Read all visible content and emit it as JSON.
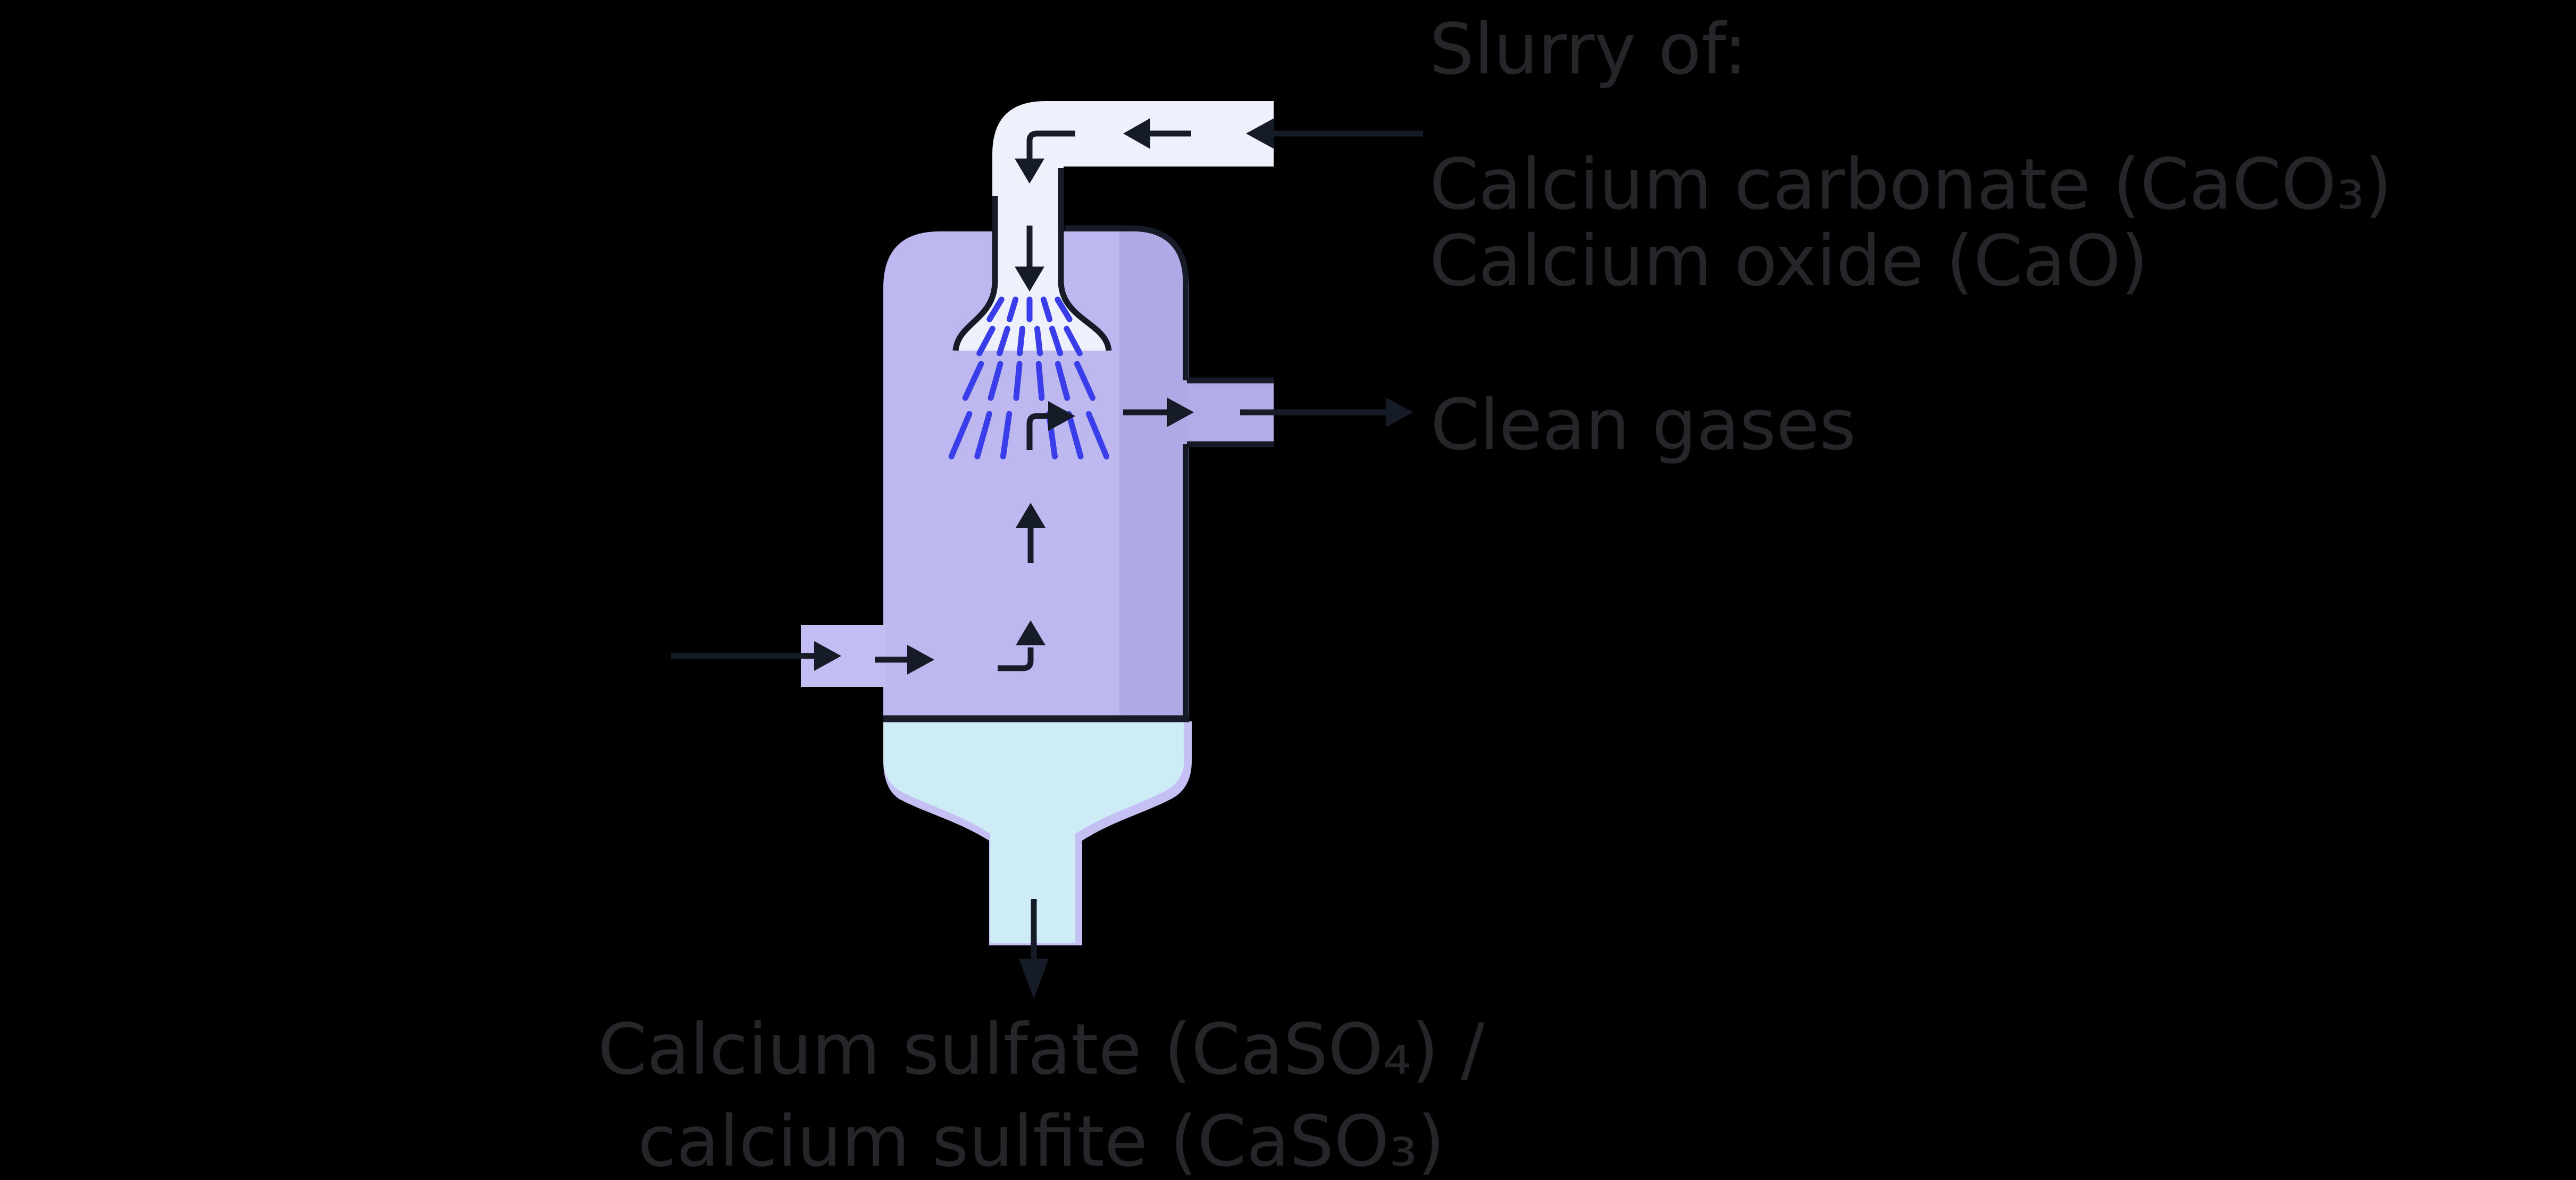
{
  "labels": {
    "slurry_title": "Slurry of:",
    "slurry_component_1": "Calcium carbonate (CaCO₃)",
    "slurry_component_2": "Calcium oxide (CaO)",
    "clean_gases": "Clean gases",
    "bottom_output_line_1": "Calcium sulfate (CaSO₄) /",
    "bottom_output_line_2": "calcium sulfite (CaSO₃)"
  },
  "colors": {
    "background": "#000000",
    "label_text": "#26262a",
    "pipe_white": "#eef0fb",
    "vessel_body": "#bdb9f0",
    "vessel_shade": "#aeaae5",
    "inlet_pipe": "#c2bdf3",
    "outlet_pipe": "#b1ade7",
    "liquid": "#cdecf6",
    "vessel_wall": "#c5c0f4",
    "outline_dark": "#161b28",
    "spray_blue": "#3a3eea"
  }
}
